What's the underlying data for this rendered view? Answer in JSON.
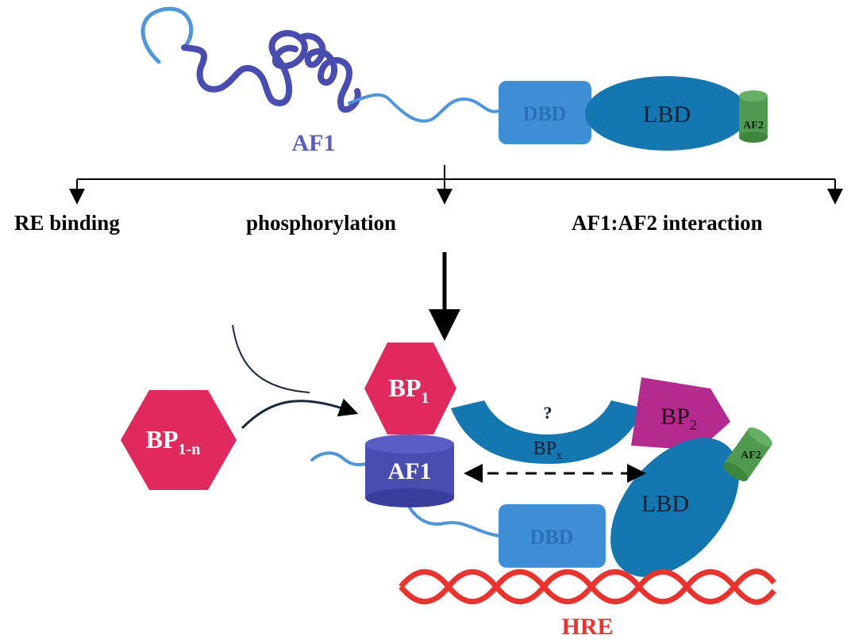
{
  "top": {
    "af1_label": "AF1",
    "dbd_label": "DBD",
    "lbd_label": "LBD",
    "af2_label": "AF2"
  },
  "outcomes": {
    "re_binding": "RE binding",
    "phosphorylation": "phosphorylation",
    "af_interaction": "AF1:AF2 interaction"
  },
  "bottom": {
    "bp1_base": "BP",
    "bp1_sub": "1",
    "bp1n_base": "BP",
    "bp1n_sub": "1-n",
    "bp2_base": "BP",
    "bp2_sub": "2",
    "bpx_question": "?",
    "bpx_base": "BP",
    "bpx_sub": "x",
    "af1_label": "AF1",
    "af2_label": "AF2",
    "lbd_label": "LBD",
    "dbd_label": "DBD",
    "hre_label": "HRE"
  },
  "colors": {
    "af1_dark": "#4a4db0",
    "af1_light": "#4f95d9",
    "dbd": "#3f8fd6",
    "dbd_text": "#2a6fb8",
    "lbd": "#1477b0",
    "af2": "#4f9a4f",
    "bp_red": "#e02a5e",
    "bp2": "#b52a8e",
    "hre": "#e8332f"
  }
}
